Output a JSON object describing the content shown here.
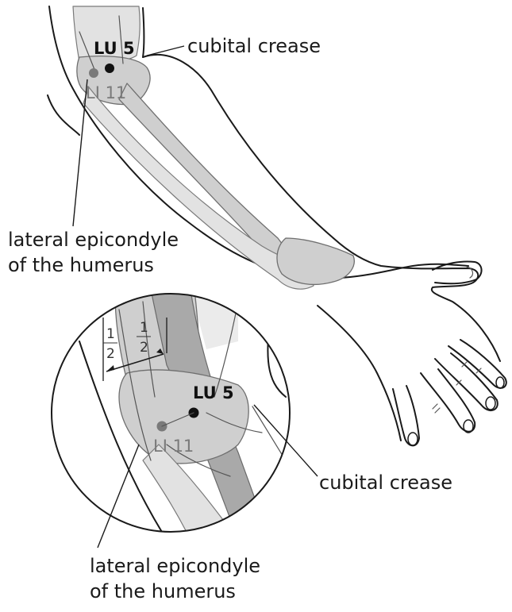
{
  "labels": {
    "lu5_top": "LU 5",
    "li11_top": "LI 11",
    "cubital_crease_top": "cubital crease",
    "lateral_epicondyle_top_line1": "lateral epicondyle",
    "lateral_epicondyle_top_line2": "of the humerus",
    "lu5_inset": "LU 5",
    "li11_inset": "LI 11",
    "cubital_crease_inset": "cubital crease",
    "lateral_epicondyle_inset_line1": "lateral epicondyle",
    "lateral_epicondyle_inset_line2": "of the humerus",
    "fraction_left_num": "1",
    "fraction_left_den": "2",
    "fraction_right_num": "1",
    "fraction_right_den": "2"
  },
  "colors": {
    "lu_point": "#111111",
    "li_point": "#7a7a7a",
    "bone_fill": "#cfcfcf",
    "outline": "#1a1a1a"
  }
}
